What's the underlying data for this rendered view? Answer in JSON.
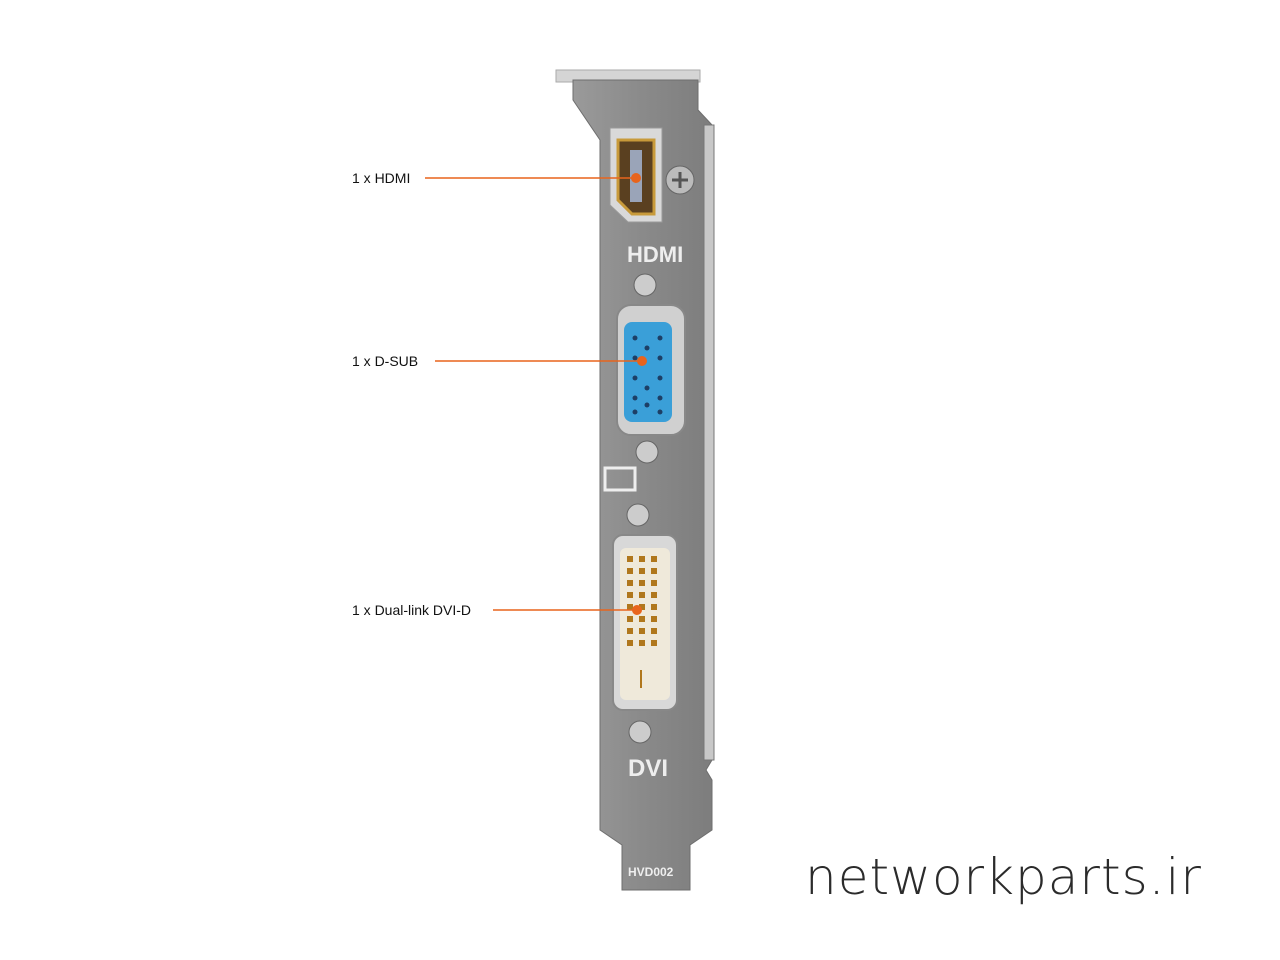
{
  "callouts": [
    {
      "label": "1 x HDMI"
    },
    {
      "label": "1 x D-SUB"
    },
    {
      "label": "1 x Dual-link DVI-D"
    }
  ],
  "bracket": {
    "hdmi_marking": "HDMI",
    "dvi_marking": "DVI",
    "part_code": "HVD002"
  },
  "watermark": "networkparts.ir",
  "colors": {
    "callout": "#e8641c",
    "vga": "#3a9fd8",
    "bracket": "#8e8e8e"
  }
}
